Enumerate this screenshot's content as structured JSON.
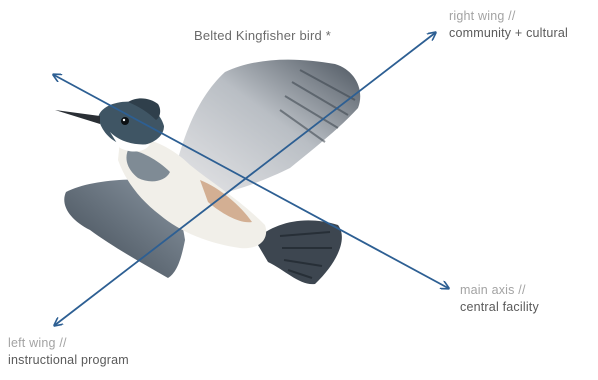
{
  "title": "Belted Kingfisher bird *",
  "labels": {
    "right_wing": {
      "line1": "right wing //",
      "line2": "community + cultural"
    },
    "main_axis": {
      "line1": "main axis //",
      "line2": "central facility"
    },
    "left_wing": {
      "line1": "left wing //",
      "line2": "instructional program"
    }
  },
  "colors": {
    "arrow": "#2d5f93",
    "bird_head": "#3f5564",
    "bird_wing": "#6d7e8c",
    "bird_belly": "#f2efe9",
    "bird_rust": "#c89a76"
  }
}
